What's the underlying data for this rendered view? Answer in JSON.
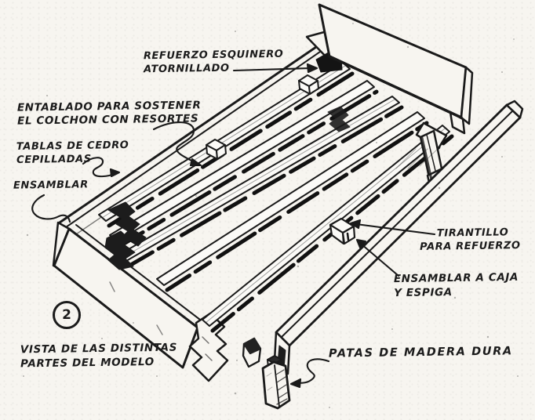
{
  "figure": {
    "number": "2",
    "caption": {
      "line1": "VISTA DE LAS DISTINTAS",
      "line2": "PARTES DEL MODELO"
    },
    "labels": {
      "refuerzo": {
        "line1": "REFUERZO ESQUINERO",
        "line2": "ATORNILLADO"
      },
      "entablado": {
        "line1": "ENTABLADO PARA SOSTENER",
        "line2": "EL COLCHON CON RESORTES"
      },
      "tablas": {
        "line1": "TABLAS DE CEDRO",
        "line2": "CEPILLADAS"
      },
      "ensamblar": {
        "line1": "ENSAMBLAR"
      },
      "tirantillo": {
        "line1": "TIRANTILLO",
        "line2": "PARA REFUERZO"
      },
      "caja": {
        "line1": "ENSAMBLAR A CAJA",
        "line2": "Y ESPIGA"
      },
      "patas": {
        "line1": "PATAS DE MADERA DURA"
      }
    },
    "colors": {
      "ink": "#1a1a1a",
      "paper": "#f7f5f0"
    }
  }
}
